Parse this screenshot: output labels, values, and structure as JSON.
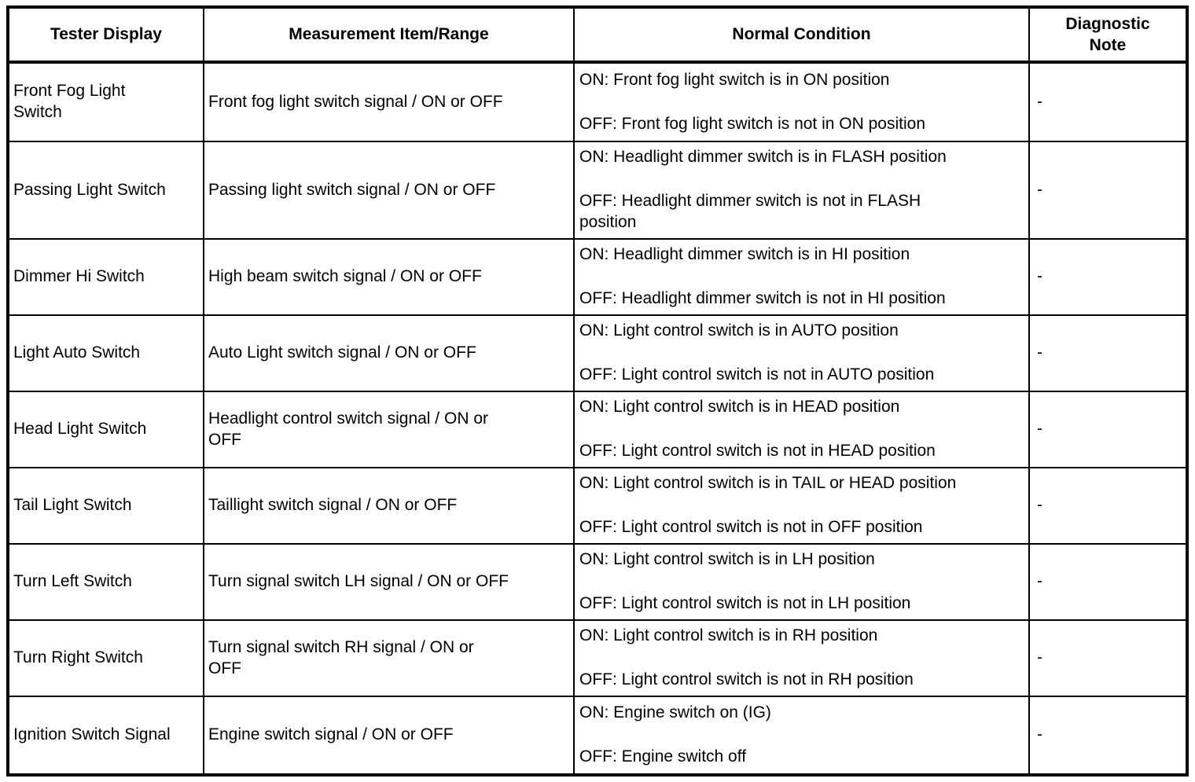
{
  "page": {
    "background_color": "#ffffff",
    "text_color": "#000000",
    "border_color": "#000000"
  },
  "table": {
    "headers": [
      "Tester Display",
      "Measurement Item/Range",
      "Normal Condition",
      "Diagnostic\nNote"
    ],
    "rows": [
      {
        "tester_display": "Front Fog Light\nSwitch",
        "measurement": "Front fog light switch signal / ON or OFF",
        "condition_on": "ON: Front fog light switch is in ON position",
        "condition_off": "OFF: Front fog light switch is not in ON position",
        "note": "-"
      },
      {
        "tester_display": "Passing Light Switch",
        "measurement": "Passing light switch signal / ON or OFF",
        "condition_on": "ON: Headlight dimmer switch is in FLASH position",
        "condition_off": "OFF: Headlight dimmer switch is not in FLASH\nposition",
        "note": "-"
      },
      {
        "tester_display": "Dimmer Hi Switch",
        "measurement": "High beam switch signal / ON or OFF",
        "condition_on": "ON: Headlight dimmer switch is in HI position",
        "condition_off": "OFF: Headlight dimmer switch is not in HI position",
        "note": "-"
      },
      {
        "tester_display": "Light Auto Switch",
        "measurement": "Auto Light switch signal / ON or OFF",
        "condition_on": "ON: Light control switch is in AUTO position",
        "condition_off": "OFF: Light control switch is not in AUTO position",
        "note": "-"
      },
      {
        "tester_display": "Head Light Switch",
        "measurement": "Headlight control switch signal / ON or\nOFF",
        "condition_on": "ON: Light control switch is in HEAD position",
        "condition_off": "OFF: Light control switch is not in HEAD position",
        "note": "-"
      },
      {
        "tester_display": "Tail Light Switch",
        "measurement": "Taillight switch signal / ON or OFF",
        "condition_on": "ON: Light control switch is in TAIL or HEAD position",
        "condition_off": "OFF: Light control switch is not in OFF position",
        "note": "-"
      },
      {
        "tester_display": "Turn Left Switch",
        "measurement": "Turn signal switch LH signal / ON or OFF",
        "condition_on": "ON: Light control switch is in LH position",
        "condition_off": "OFF: Light control switch is not in LH position",
        "note": "-"
      },
      {
        "tester_display": "Turn Right Switch",
        "measurement": "Turn signal switch RH signal / ON or\nOFF",
        "condition_on": "ON: Light control switch is in RH position",
        "condition_off": "OFF: Light control switch is not in RH position",
        "note": "-"
      },
      {
        "tester_display": "Ignition Switch Signal",
        "measurement": "Engine switch signal / ON or OFF",
        "condition_on": "ON: Engine switch on (IG)",
        "condition_off": "OFF: Engine switch off",
        "note": "-"
      }
    ]
  }
}
